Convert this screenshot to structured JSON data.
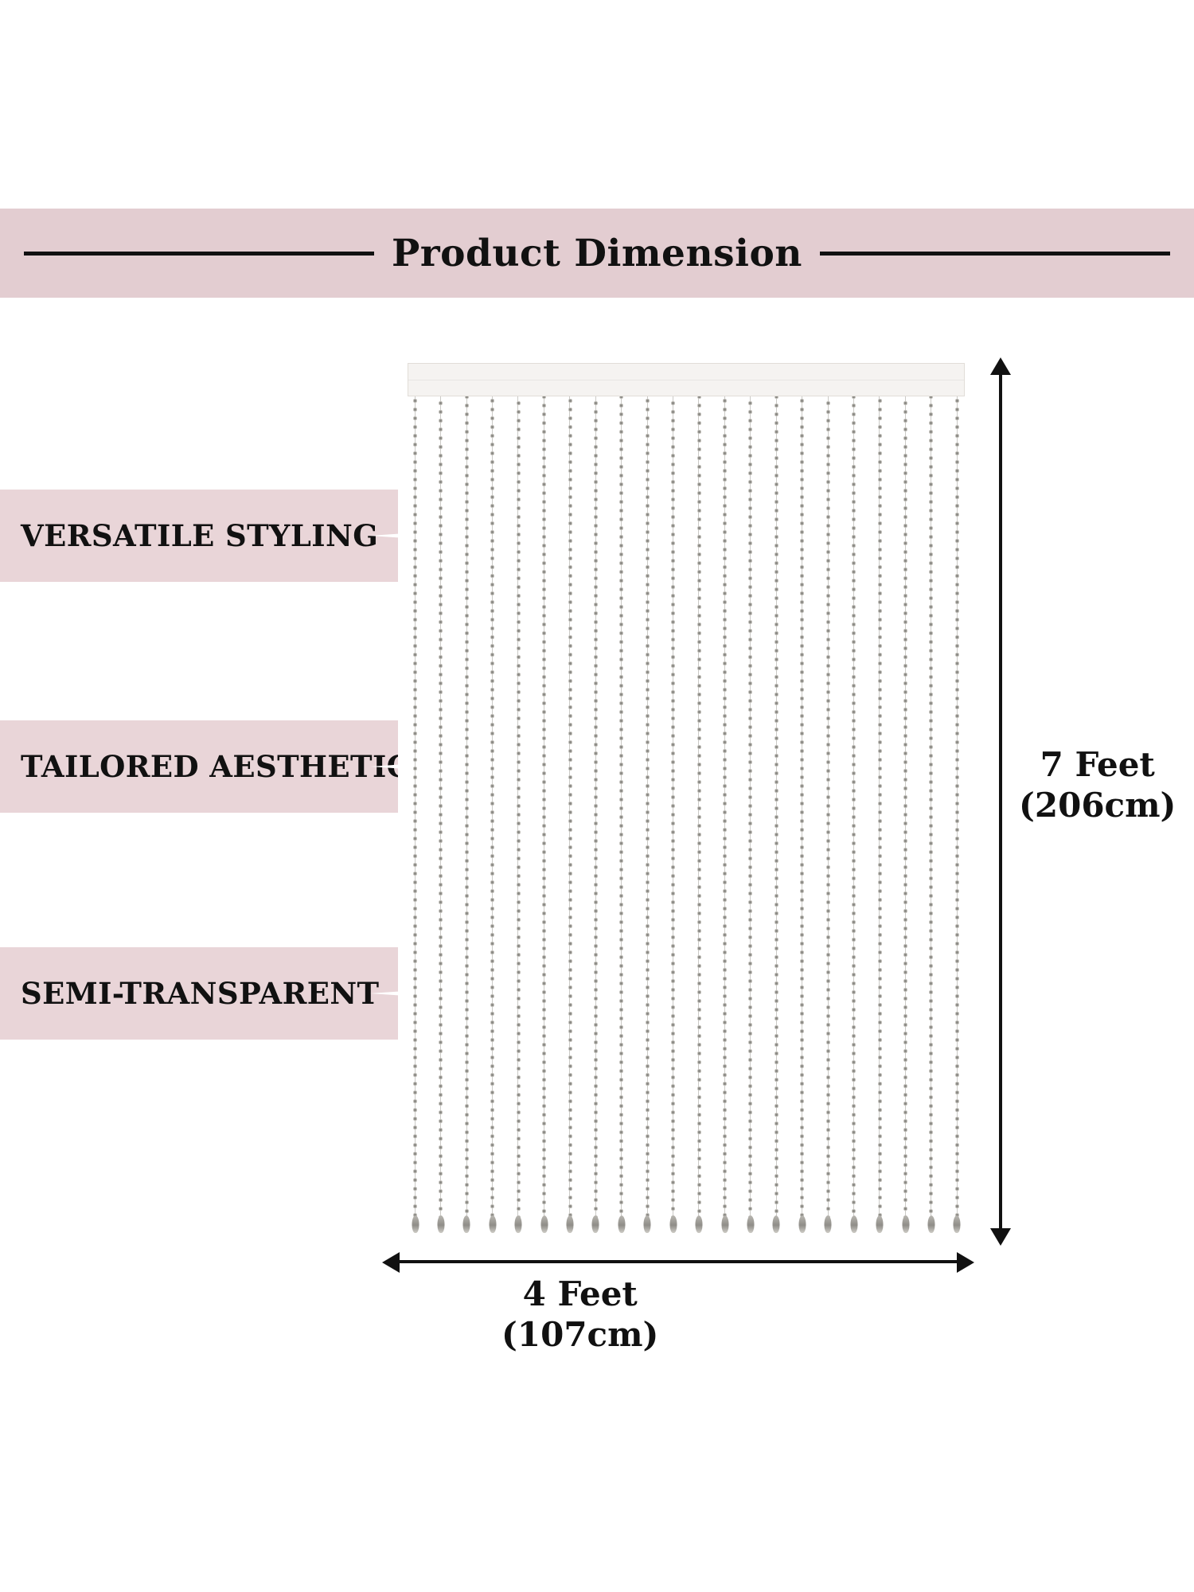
{
  "header": {
    "title": "Product Dimension",
    "band_color": "#e3cdd1",
    "rule_color": "#111111"
  },
  "features": [
    {
      "label": "VERSATILE STYLING"
    },
    {
      "label": "TAILORED AESTHETICS"
    },
    {
      "label": "SEMI-TRANSPARENT"
    }
  ],
  "ribbon_color": "#e9d5d8",
  "product": {
    "name": "beaded-string-curtain",
    "rod_color": "#f5f3f1",
    "strand_count": 22,
    "bead_color": "#8c8b86"
  },
  "dimensions": {
    "height": {
      "primary": "7 Feet",
      "secondary": "(206cm)"
    },
    "width": {
      "primary": "4 Feet",
      "secondary": "(107cm)"
    }
  }
}
